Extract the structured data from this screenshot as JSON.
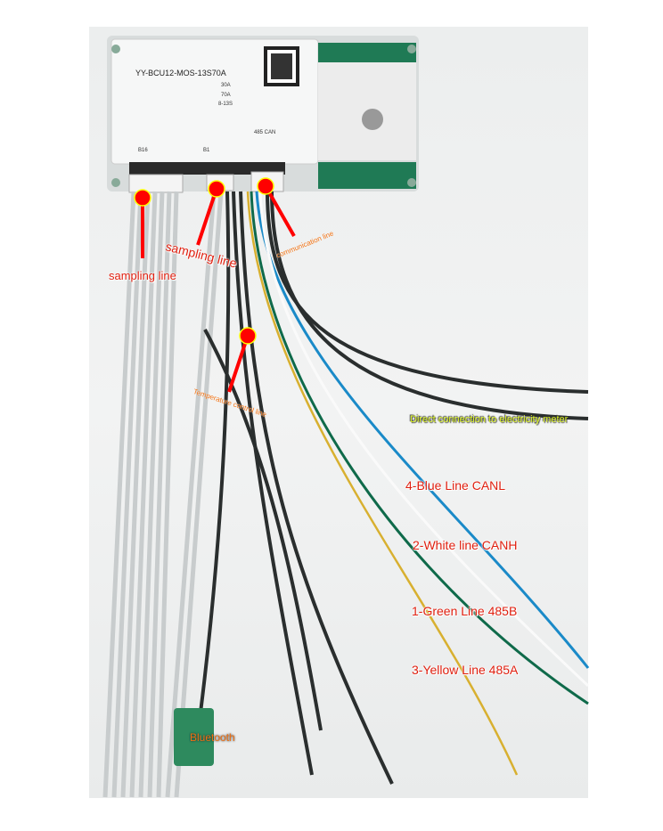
{
  "board": {
    "model": "YY-BCU12-MOS-13S70A",
    "rated_charge": "30A",
    "rated_discharge": "70A",
    "cells": "8-13S",
    "pin_left": "B16",
    "pin_right": "B1",
    "port_label": "485  CAN"
  },
  "annotations": {
    "sampling_line_1": "sampling line",
    "sampling_line_2": "sampling line",
    "communication_line": "communication line",
    "temperature_line": "Temperature control line",
    "meter": "Direct connection to electricity meter",
    "blue": "4-Blue Line CANL",
    "white": "2-White line CANH",
    "green": "1-Green Line 485B",
    "yellow": "3-Yellow Line 485A",
    "bluetooth": "Bluetooth"
  },
  "colors": {
    "marker": "#ff0000",
    "label_red": "#e02010",
    "blue_wire": "#1a8ac8",
    "green_wire": "#0f6a4a",
    "yellow_wire": "#d8b030"
  }
}
